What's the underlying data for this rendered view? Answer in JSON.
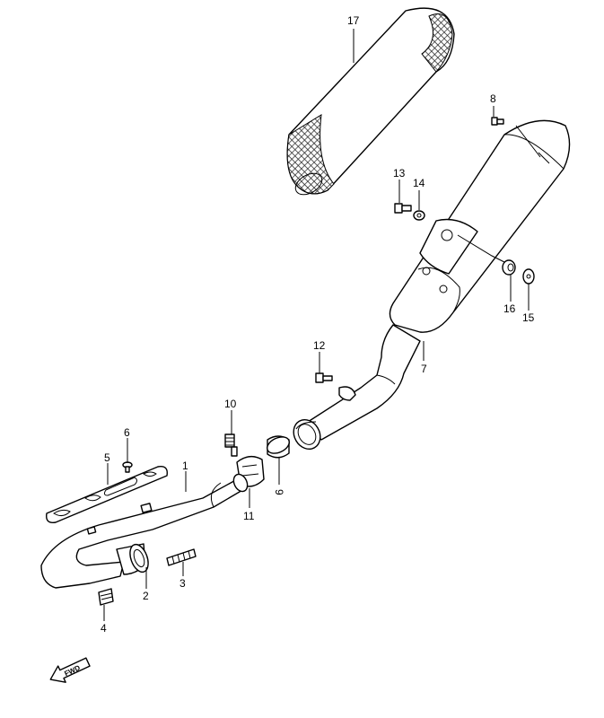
{
  "callouts": {
    "c1": "1",
    "c2": "2",
    "c3": "3",
    "c4": "4",
    "c5": "5",
    "c6": "6",
    "c7": "7",
    "c8": "8",
    "c9": "9",
    "c10": "10",
    "c11": "11",
    "c12": "12",
    "c13": "13",
    "c14": "14",
    "c15": "15",
    "c16": "16",
    "c17": "17"
  },
  "direction_arrow": {
    "label": "FWD",
    "icon": "fwd-arrow-icon"
  },
  "colors": {
    "line": "#000000",
    "background": "#ffffff",
    "mesh": "#333333"
  }
}
